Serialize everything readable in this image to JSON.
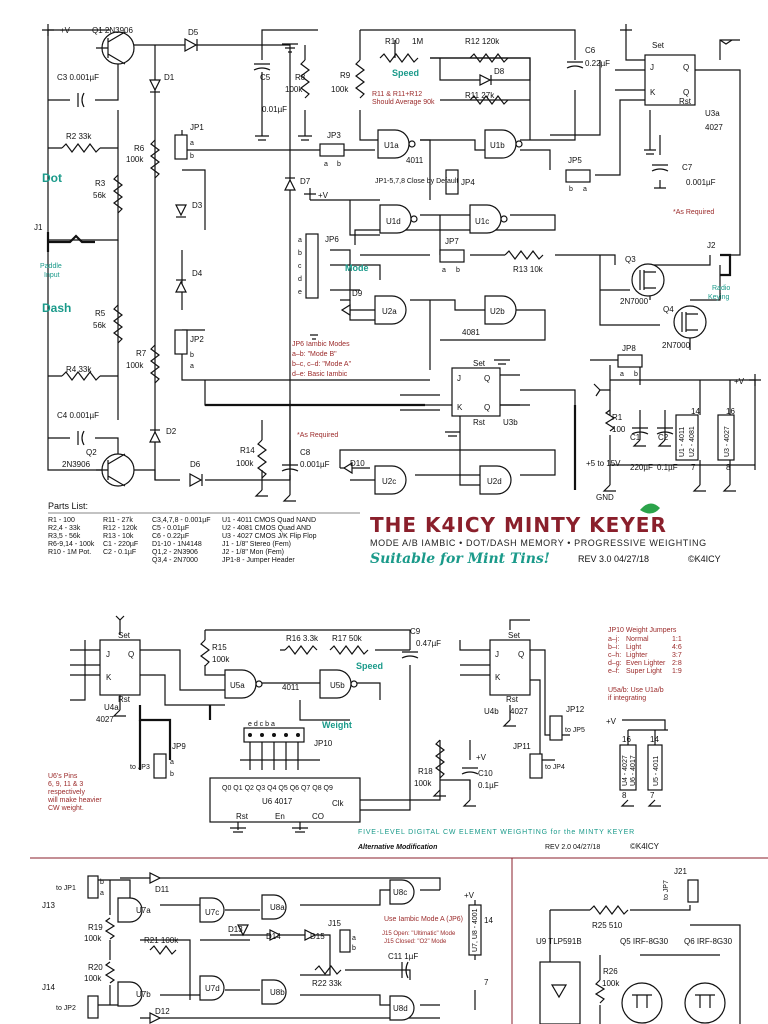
{
  "header": {
    "title": "THE K4ICY MINTY KEYER",
    "subtitle": "MODE A/B IAMBIC • DOT/DASH MEMORY • PROGRESSIVE WEIGHTING",
    "tagline": "Suitable for Mint Tins!",
    "rev": "REV 3.0  04/27/18",
    "copyright": "©K4ICY"
  },
  "labels": {
    "vplus": "+V",
    "q1": "Q1  2N3906",
    "q2": "2N3906",
    "q2name": "Q2",
    "d5": "D5",
    "d1": "D1",
    "d3": "D3",
    "d4": "D4",
    "d2": "D2",
    "d6": "D6",
    "d7": "D7",
    "d8": "D8",
    "d9": "D9",
    "d10": "D10",
    "c3": "C3 0.001µF",
    "c4": "C4 0.001µF",
    "r2": "R2  33k",
    "r4": "R4  33k",
    "r3": "R3",
    "r3v": "56k",
    "r5": "R5",
    "r5v": "56k",
    "r6": "R6",
    "r6v": "100k",
    "r7": "R7",
    "r7v": "100k",
    "dot": "Dot",
    "dash": "Dash",
    "j1": "J1",
    "paddle": "Paddle",
    "input": "Input",
    "jp1": "JP1",
    "jp2": "JP2",
    "jp3": "JP3",
    "jp4": "JP4",
    "jp5": "JP5",
    "jp6": "JP6",
    "jp7": "JP7",
    "jp8": "JP8",
    "a": "a",
    "b": "b",
    "c": "c",
    "d": "d",
    "e": "e",
    "r8": "R8",
    "r8v": "100k",
    "c5": "C5",
    "c5v": "0.01µF",
    "r9": "R9",
    "r9v": "100k",
    "r10": "R10",
    "r10v": "1M",
    "speed": "Speed",
    "r12": "R12  120k",
    "r11": "R11  27k",
    "r11note1": "R11 & R11+R12",
    "r11note2": "Should Average 90k",
    "c6": "C6",
    "c6v": "0.22µF",
    "u1a": "U1a",
    "u1b": "U1b",
    "u1c": "U1c",
    "u1d": "U1d",
    "ic4011": "4011",
    "u2a": "U2a",
    "u2b": "U2b",
    "u2c": "U2c",
    "u2d": "U2d",
    "ic4081": "4081",
    "u3a": "U3a",
    "ic4027": "4027",
    "u3b": "U3b",
    "set": "Set",
    "rst": "Rst",
    "j": "J",
    "k": "K",
    "q": "Q",
    "qbar": "Q",
    "c7": "C7",
    "c7v": "0.001µF",
    "asreq": "*As Required",
    "jpnote": "JP1-5,7,8 Close by Default",
    "mode": "Mode",
    "r13": "R13  10k",
    "q3": "Q3",
    "q3v": "2N7000",
    "q4": "Q4",
    "q4v": "2N7000",
    "j2": "J2",
    "radio": "Radio",
    "keying": "Keying",
    "jp6n1": "JP6 Iambic Modes",
    "jp6n2": "a–b: \"Mode B\"",
    "jp6n3": "b–c, c–d: \"Mode A\"",
    "jp6n4": "d–e: Basic Iambic",
    "r14": "R14",
    "r14v": "100k",
    "c8": "C8",
    "c8v": "0.001µF",
    "asreq2": "*As Required",
    "r1": "R1",
    "r1v": "100",
    "c1": "C1",
    "c1v": "220µF",
    "c2": "C2",
    "c2v": "0.1µF",
    "vrange": "+5 to 15V",
    "gnd": "GND",
    "u1pwr": "U1 - 4011",
    "u2pwr": "U2 - 4081",
    "u3pwr": "U3 - 4027",
    "p14": "14",
    "p16": "16",
    "p7": "7",
    "p8": "8"
  },
  "parts_list": {
    "heading": "Parts List:",
    "col1": [
      "R1 - 100",
      "R2,4 - 33k",
      "R3,5 - 56k",
      "R6-9,14 - 100k",
      "R10 - 1M Pot."
    ],
    "col2": [
      "R11 - 27k",
      "R12 - 120k",
      "R13 - 10k",
      "C1 - 220µF",
      "C2 - 0.1µF"
    ],
    "col3": [
      "C3,4,7,8 - 0.001µF",
      "C5 - 0.01µF",
      "C6 - 0.22µF",
      "D1-10 - 1N4148",
      "Q1,2 - 2N3906",
      "Q3,4 - 2N7000"
    ],
    "col4": [
      "U1 - 4011 CMOS Quad NAND",
      "U2 - 4081 CMOS Quad AND",
      "U3 - 4027 CMOS J/K Flip Flop",
      "J1 - 1/8\" Stereo (Fem)",
      "J2 - 1/8\" Mon (Fem)",
      "JP1-8 - Jumper Header"
    ]
  },
  "mod": {
    "u4a": "U4a",
    "u4b": "U4b",
    "ic4027": "4027",
    "r15": "R15",
    "r15v": "100k",
    "r16": "R16  3.3k",
    "r17": "R17  50k",
    "c9": "C9",
    "c9v": "0.47µF",
    "u5a": "U5a",
    "u5b": "U5b",
    "ic4011": "4011",
    "speed": "Speed",
    "weight": "Weight",
    "jp9": "JP9",
    "jp10": "JP10",
    "jp11": "JP11",
    "jp12": "JP12",
    "tojp3": "to JP3",
    "tojp4": "to JP4",
    "tojp5": "to JP5",
    "u6pins": [
      "U6's Pins",
      "6, 9, 11 & 3",
      "respectively",
      "will make heavier",
      "CW weight."
    ],
    "u6": "U6  4017",
    "clk": "Clk",
    "en": "En",
    "co": "CO",
    "rst": "Rst",
    "qpins": "Q0 Q1 Q2 Q3 Q4 Q5 Q6 Q7 Q8 Q9",
    "r18": "R18",
    "r18v": "100k",
    "c10": "C10",
    "c10v": "0.1µF",
    "wj_title": "JP10 Weight Jumpers",
    "wj": [
      [
        "a–j:",
        "Normal",
        "1:1"
      ],
      [
        "b–i:",
        "Light",
        "4:6"
      ],
      [
        "c–h:",
        "Lighter",
        "3:7"
      ],
      [
        "d–g:",
        "Even Lighter",
        "2:8"
      ],
      [
        "e–f:",
        "Super Light",
        "1:9"
      ]
    ],
    "u5note1": "U5a/b: Use U1a/b",
    "u5note2": "if integrating",
    "u4pwr": "U4 - 4027",
    "u6pwr": "U6 - 4017",
    "u5pwr": "U5 - 4011",
    "caption": "FIVE-LEVEL DIGITAL CW ELEMENT WEIGHTING for the MINTY KEYER",
    "alt": "Alternative Modification",
    "rev": "REV 2.0  04/27/18",
    "copyright": "©K4ICY"
  },
  "bottom": {
    "j13": "J13",
    "j14": "J14",
    "tojp1": "to JP1",
    "tojp2": "to JP2",
    "tojp7": "to JP7",
    "r19": "R19",
    "r19v": "100k",
    "r20": "R20",
    "r20v": "100k",
    "r21": "R21  100k",
    "r22": "R22  33k",
    "d11": "D11",
    "d12": "D12",
    "d13": "D13",
    "d14": "D14",
    "d15": "D15",
    "u7a": "U7a",
    "u7b": "U7b",
    "u7c": "U7c",
    "u7d": "U7d",
    "u8a": "U8a",
    "u8b": "U8b",
    "u8c": "U8c",
    "u8d": "U8d",
    "j15": "J15",
    "c11": "C11  1µF",
    "note1": "Use Iambic Mode A (JP6)",
    "note2": "J15 Open: \"Ultimatic\" Mode",
    "note3": "J15 Closed: \"O2\" Mode",
    "u7u8": "U7, U8 - 4001",
    "j21": "J21",
    "r25": "R25  510",
    "u9": "U9  TLP591B",
    "q5": "Q5  IRF-8G30",
    "q6": "Q6  IRF-8G30",
    "r26": "R26",
    "r26v": "100k"
  },
  "colors": {
    "accent": "#1a9a8a",
    "brand": "#8a1f2b",
    "note": "#9b2a2a"
  }
}
